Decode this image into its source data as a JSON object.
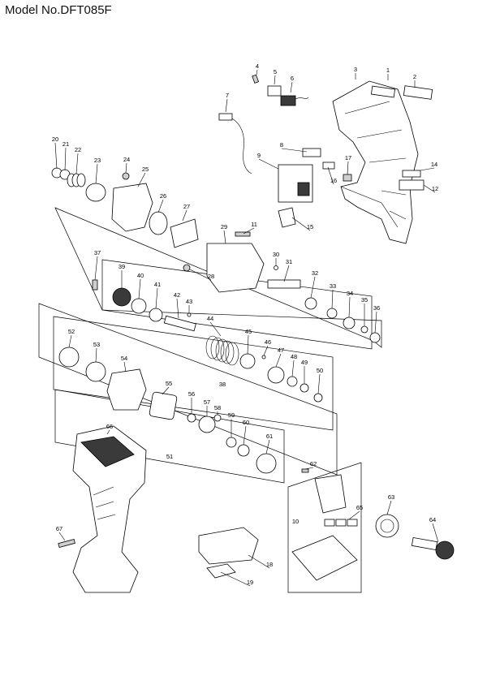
{
  "title": "Model No.DFT085F",
  "labels": [
    "1",
    "2",
    "3",
    "4",
    "5",
    "6",
    "7",
    "8",
    "9",
    "10",
    "11",
    "12",
    "14",
    "15",
    "16",
    "17",
    "18",
    "19",
    "20",
    "21",
    "22",
    "23",
    "24",
    "25",
    "26",
    "27",
    "28",
    "29",
    "30",
    "31",
    "32",
    "33",
    "34",
    "35",
    "36",
    "37",
    "38",
    "39",
    "40",
    "41",
    "42",
    "43",
    "44",
    "45",
    "46",
    "47",
    "48",
    "49",
    "50",
    "51",
    "52",
    "53",
    "54",
    "55",
    "56",
    "57",
    "58",
    "59",
    "60",
    "61",
    "62",
    "63",
    "64",
    "65",
    "66",
    "67"
  ]
}
